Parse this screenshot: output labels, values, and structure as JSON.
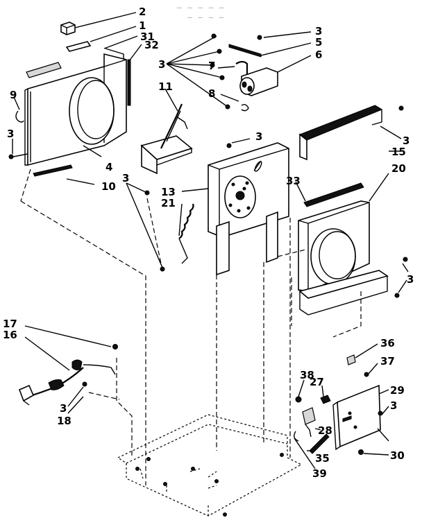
{
  "header_text": {
    "line1": "— — — — —",
    "line2": "— — — —"
  },
  "labels": {
    "l2": "2",
    "l1": "1",
    "l31": "31",
    "l32": "32",
    "l9": "9",
    "l3a": "3",
    "l4": "4",
    "l10": "10",
    "l11": "11",
    "l3b": "3",
    "l3c": "3",
    "l13": "13",
    "l21": "21",
    "l3top": "3",
    "l5": "5",
    "l6": "6",
    "l7": "7",
    "l3d": "3",
    "l8": "8",
    "l3e": "3",
    "l15": "15",
    "l20": "20",
    "l33": "33",
    "l3f": "3",
    "l17": "17",
    "l16": "16",
    "l3g": "3",
    "l18": "18",
    "l36": "36",
    "l37": "37",
    "l38": "38",
    "l27": "27",
    "l29": "29",
    "l3h": "3",
    "l28": "28",
    "l35": "35",
    "l30": "30",
    "l39": "39"
  }
}
